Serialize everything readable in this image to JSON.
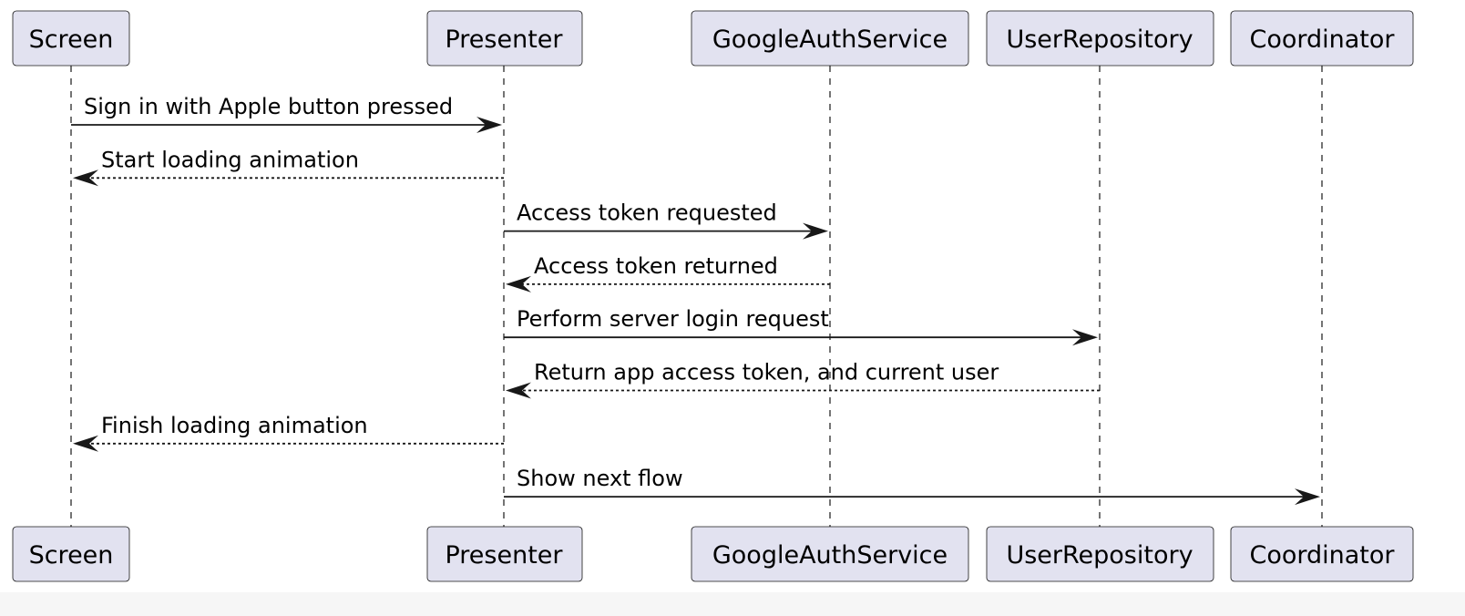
{
  "participants": [
    {
      "id": "screen",
      "label": "Screen"
    },
    {
      "id": "presenter",
      "label": "Presenter"
    },
    {
      "id": "googleauth",
      "label": "GoogleAuthService"
    },
    {
      "id": "userrepo",
      "label": "UserRepository"
    },
    {
      "id": "coordinator",
      "label": "Coordinator"
    }
  ],
  "messages": [
    {
      "from": "screen",
      "to": "presenter",
      "label": "Sign in with Apple button pressed",
      "kind": "call"
    },
    {
      "from": "presenter",
      "to": "screen",
      "label": "Start loading animation",
      "kind": "reply"
    },
    {
      "from": "presenter",
      "to": "googleauth",
      "label": "Access token requested",
      "kind": "call"
    },
    {
      "from": "googleauth",
      "to": "presenter",
      "label": "Access token returned",
      "kind": "reply"
    },
    {
      "from": "presenter",
      "to": "userrepo",
      "label": "Perform server login request",
      "kind": "call"
    },
    {
      "from": "userrepo",
      "to": "presenter",
      "label": "Return app access token, and current user",
      "kind": "reply"
    },
    {
      "from": "presenter",
      "to": "screen",
      "label": "Finish loading animation",
      "kind": "reply"
    },
    {
      "from": "presenter",
      "to": "coordinator",
      "label": "Show next flow",
      "kind": "call"
    }
  ],
  "colors": {
    "participant_fill": "#e2e2f0",
    "line": "#181818"
  }
}
